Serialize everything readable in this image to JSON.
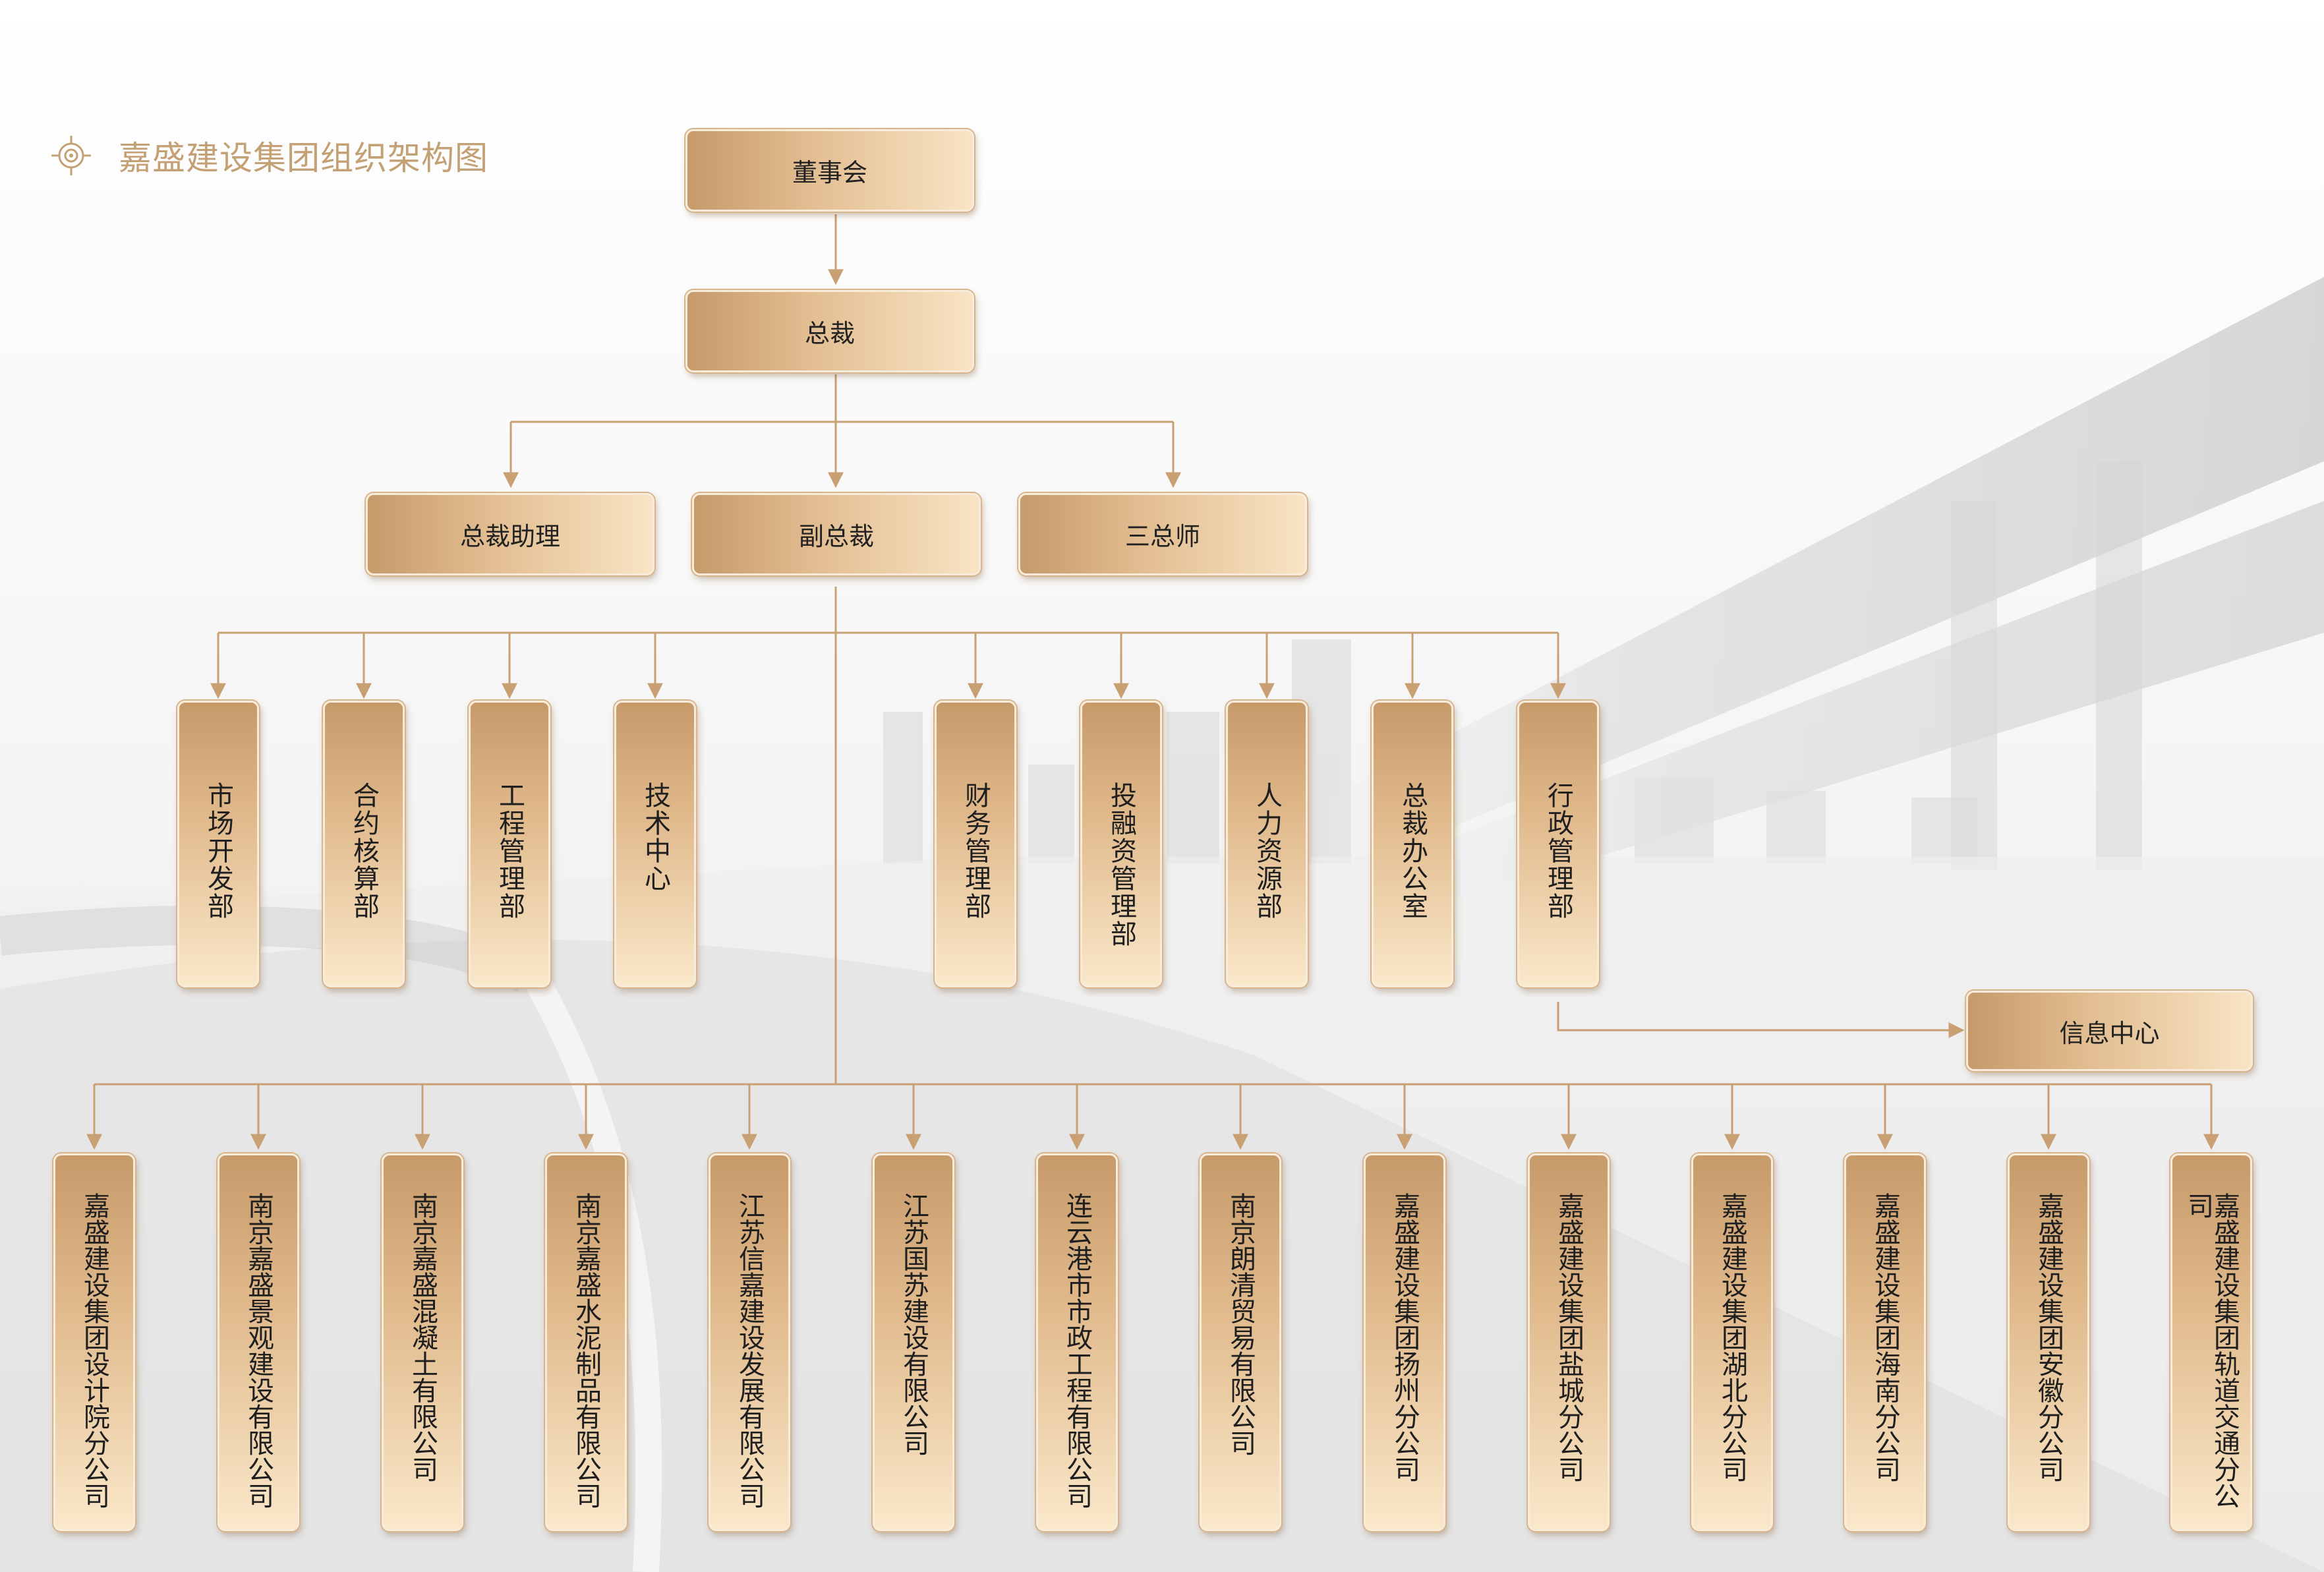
{
  "title": "嘉盛建设集团组织架构图",
  "colors": {
    "accent": "#c4a075",
    "line": "#c9a074",
    "box_dark": "#c79a6a",
    "box_light": "#f8e4c4"
  },
  "top": {
    "board": "董事会",
    "president": "总裁",
    "assistant": "总裁助理",
    "vice_president": "副总裁",
    "chief_engineers": "三总师"
  },
  "departments": [
    "市场开发部",
    "合约核算部",
    "工程管理部",
    "技术中心",
    "财务管理部",
    "投融资管理部",
    "人力资源部",
    "总裁办公室",
    "行政管理部"
  ],
  "info_center": "信息中心",
  "subsidiaries": [
    "嘉盛建设集团设计院分公司",
    "南京嘉盛景观建设有限公司",
    "南京嘉盛混凝土有限公司",
    "南京嘉盛水泥制品有限公司",
    "江苏信嘉建设发展有限公司",
    "江苏国苏建设有限公司",
    "连云港市市政工程有限公司",
    "南京朗清贸易有限公司",
    "嘉盛建设集团扬州分公司",
    "嘉盛建设集团盐城分公司",
    "嘉盛建设集团湖北分公司",
    "嘉盛建设集团海南分公司",
    "嘉盛建设集团安徽分公司",
    "嘉盛建设集团轨道交通分公司"
  ]
}
